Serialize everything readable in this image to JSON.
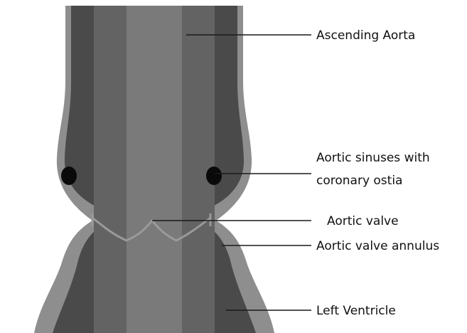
{
  "diagram": {
    "labels": {
      "ascending_aorta": "Ascending Aorta",
      "aortic_sinuses_line1": "Aortic sinuses with",
      "aortic_sinuses_line2": "coronary ostia",
      "aortic_valve": "Aortic valve",
      "aortic_valve_annulus": "Aortic valve annulus",
      "left_ventricle": "Left Ventricle"
    },
    "colors": {
      "wall": "#8e8e8e",
      "lumen_dark": "#4a4a4a",
      "lumen_mid": "#636363",
      "lumen_center": "#7a7a7a",
      "ostia": "#0a0a0a",
      "leader_line": "#1a1a1a"
    }
  }
}
